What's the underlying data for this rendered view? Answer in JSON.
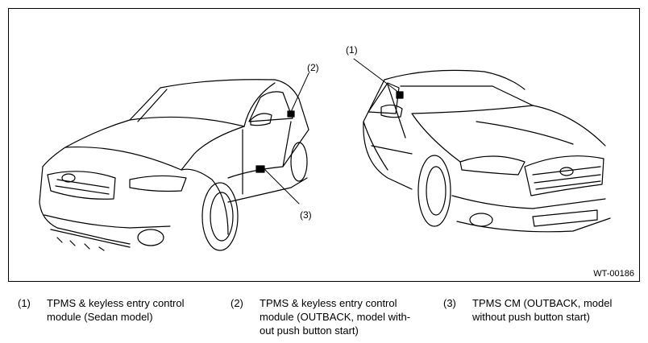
{
  "figure": {
    "id": "WT-00186",
    "callouts": [
      "(1)",
      "(2)",
      "(3)"
    ]
  },
  "legend": [
    {
      "num": "(1)",
      "lines": [
        "TPMS & keyless entry control",
        "module (Sedan model)"
      ]
    },
    {
      "num": "(2)",
      "lines": [
        "TPMS & keyless entry control",
        "module (OUTBACK, model with-",
        "out push button start)"
      ]
    },
    {
      "num": "(3)",
      "lines": [
        "TPMS CM (OUTBACK, model",
        "without push button start)"
      ]
    }
  ]
}
